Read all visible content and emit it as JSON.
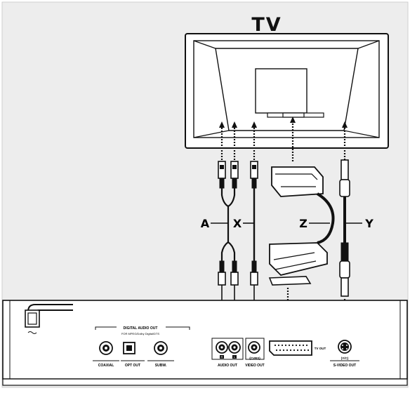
{
  "tv_label": "TV",
  "cable_labels": {
    "a": "A",
    "x": "X",
    "z": "Z",
    "y": "Y"
  },
  "panel": {
    "digital_audio_out": "DIGITAL AUDIO OUT",
    "digital_audio_sub": "FOR MPEG/Dolby Digital/DTS",
    "coaxial": "COAXIAL",
    "opt_out": "OPT OUT",
    "subw": "SUBW.",
    "audio_out": "AUDIO OUT",
    "audio_r": "R",
    "audio_l": "L",
    "cvbs": "(CVBS)",
    "video_out": "VIDEO OUT",
    "tv_out": "TV OUT",
    "yc": "(Y/C)",
    "svideo_out": "S-VIDEO OUT"
  },
  "colors": {
    "background": "#ededed",
    "line": "#111111",
    "device": "#ffffff"
  }
}
